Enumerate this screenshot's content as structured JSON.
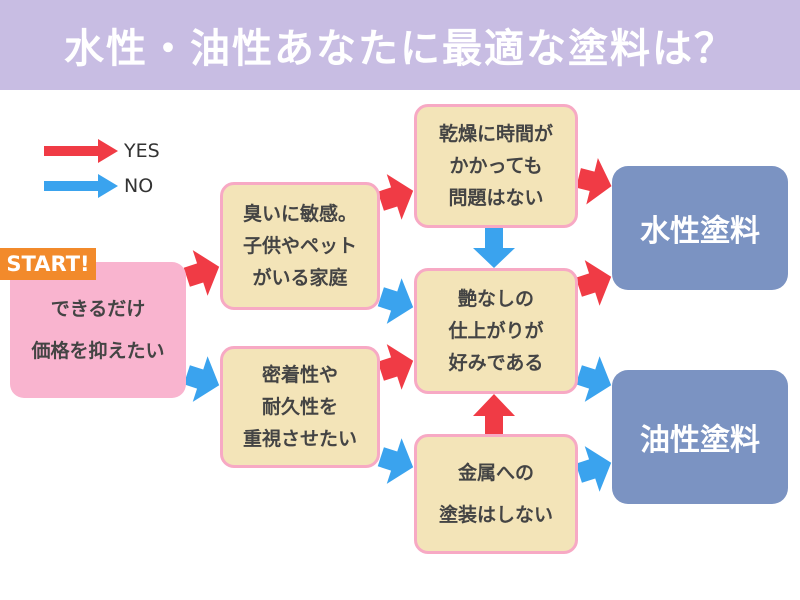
{
  "title": "水性・油性あなたに最適な塗料は？",
  "legend": {
    "yes_label": "YES",
    "no_label": "NO",
    "yes_color": "#f03b45",
    "no_color": "#3aa3ee"
  },
  "start": {
    "badge": "START!",
    "lines": [
      "できるだけ",
      "価格を抑えたい"
    ]
  },
  "questions": {
    "smell": [
      "臭いに敏感。",
      "子供やペット",
      "がいる家庭"
    ],
    "durability": [
      "密着性や",
      "耐久性を",
      "重視させたい"
    ],
    "drying": [
      "乾燥に時間が",
      "かかっても",
      "問題はない"
    ],
    "gloss": [
      "艶なしの",
      "仕上がりが",
      "好みである"
    ],
    "metal": [
      "金属への",
      "塗装はしない"
    ]
  },
  "results": {
    "water": "水性塗料",
    "oil": "油性塗料"
  }
}
